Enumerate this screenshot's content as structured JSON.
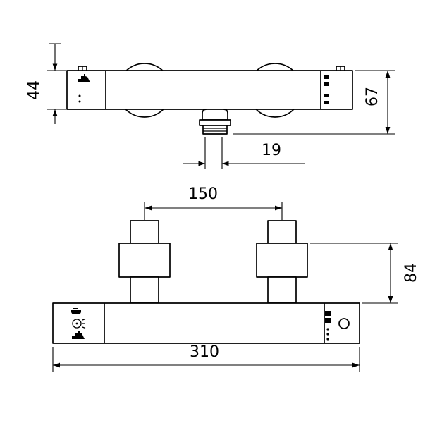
{
  "diagram": {
    "type": "technical-dimension-drawing",
    "colors": {
      "line": "#000000",
      "background": "#ffffff"
    },
    "dims": {
      "body_height": "44",
      "overall_height": "67",
      "outlet_width": "19",
      "handle_spacing": "150",
      "projection": "84",
      "overall_width": "310"
    }
  }
}
